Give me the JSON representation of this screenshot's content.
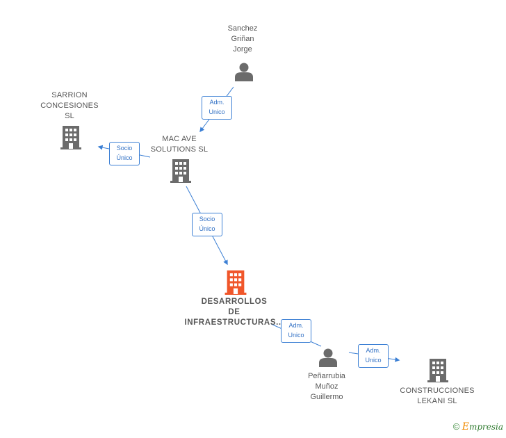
{
  "nodes": {
    "sanchez": {
      "label": "Sanchez\nGriñan\nJorge",
      "kind": "person"
    },
    "sarrion": {
      "label": "SARRION\nCONCESIONES\nSL",
      "kind": "company"
    },
    "macave": {
      "label": "MAC AVE\nSOLUTIONS SL",
      "kind": "company"
    },
    "desarrollos": {
      "label": "DESARROLLOS\nDE\nINFRAESTRUCTURAS...",
      "kind": "company-main"
    },
    "penarrubia": {
      "label": "Peñarrubia\nMuñoz\nGuillermo",
      "kind": "person"
    },
    "lekani": {
      "label": "CONSTRUCCIONES\nLEKANI SL",
      "kind": "company"
    }
  },
  "edges": {
    "e1": {
      "label": "Adm.\nUnico"
    },
    "e2": {
      "label": "Socio\nÚnico"
    },
    "e3": {
      "label": "Socio\nÚnico"
    },
    "e4": {
      "label": "Adm.\nUnico"
    },
    "e5": {
      "label": "Adm.\nUnico"
    }
  },
  "colors": {
    "edge": "#3b7fd4",
    "node_gray": "#6b6b6b",
    "node_main": "#f0562a"
  },
  "footer": {
    "copyright": "©",
    "brand_e": "E",
    "brand_rest": "mpresia"
  }
}
